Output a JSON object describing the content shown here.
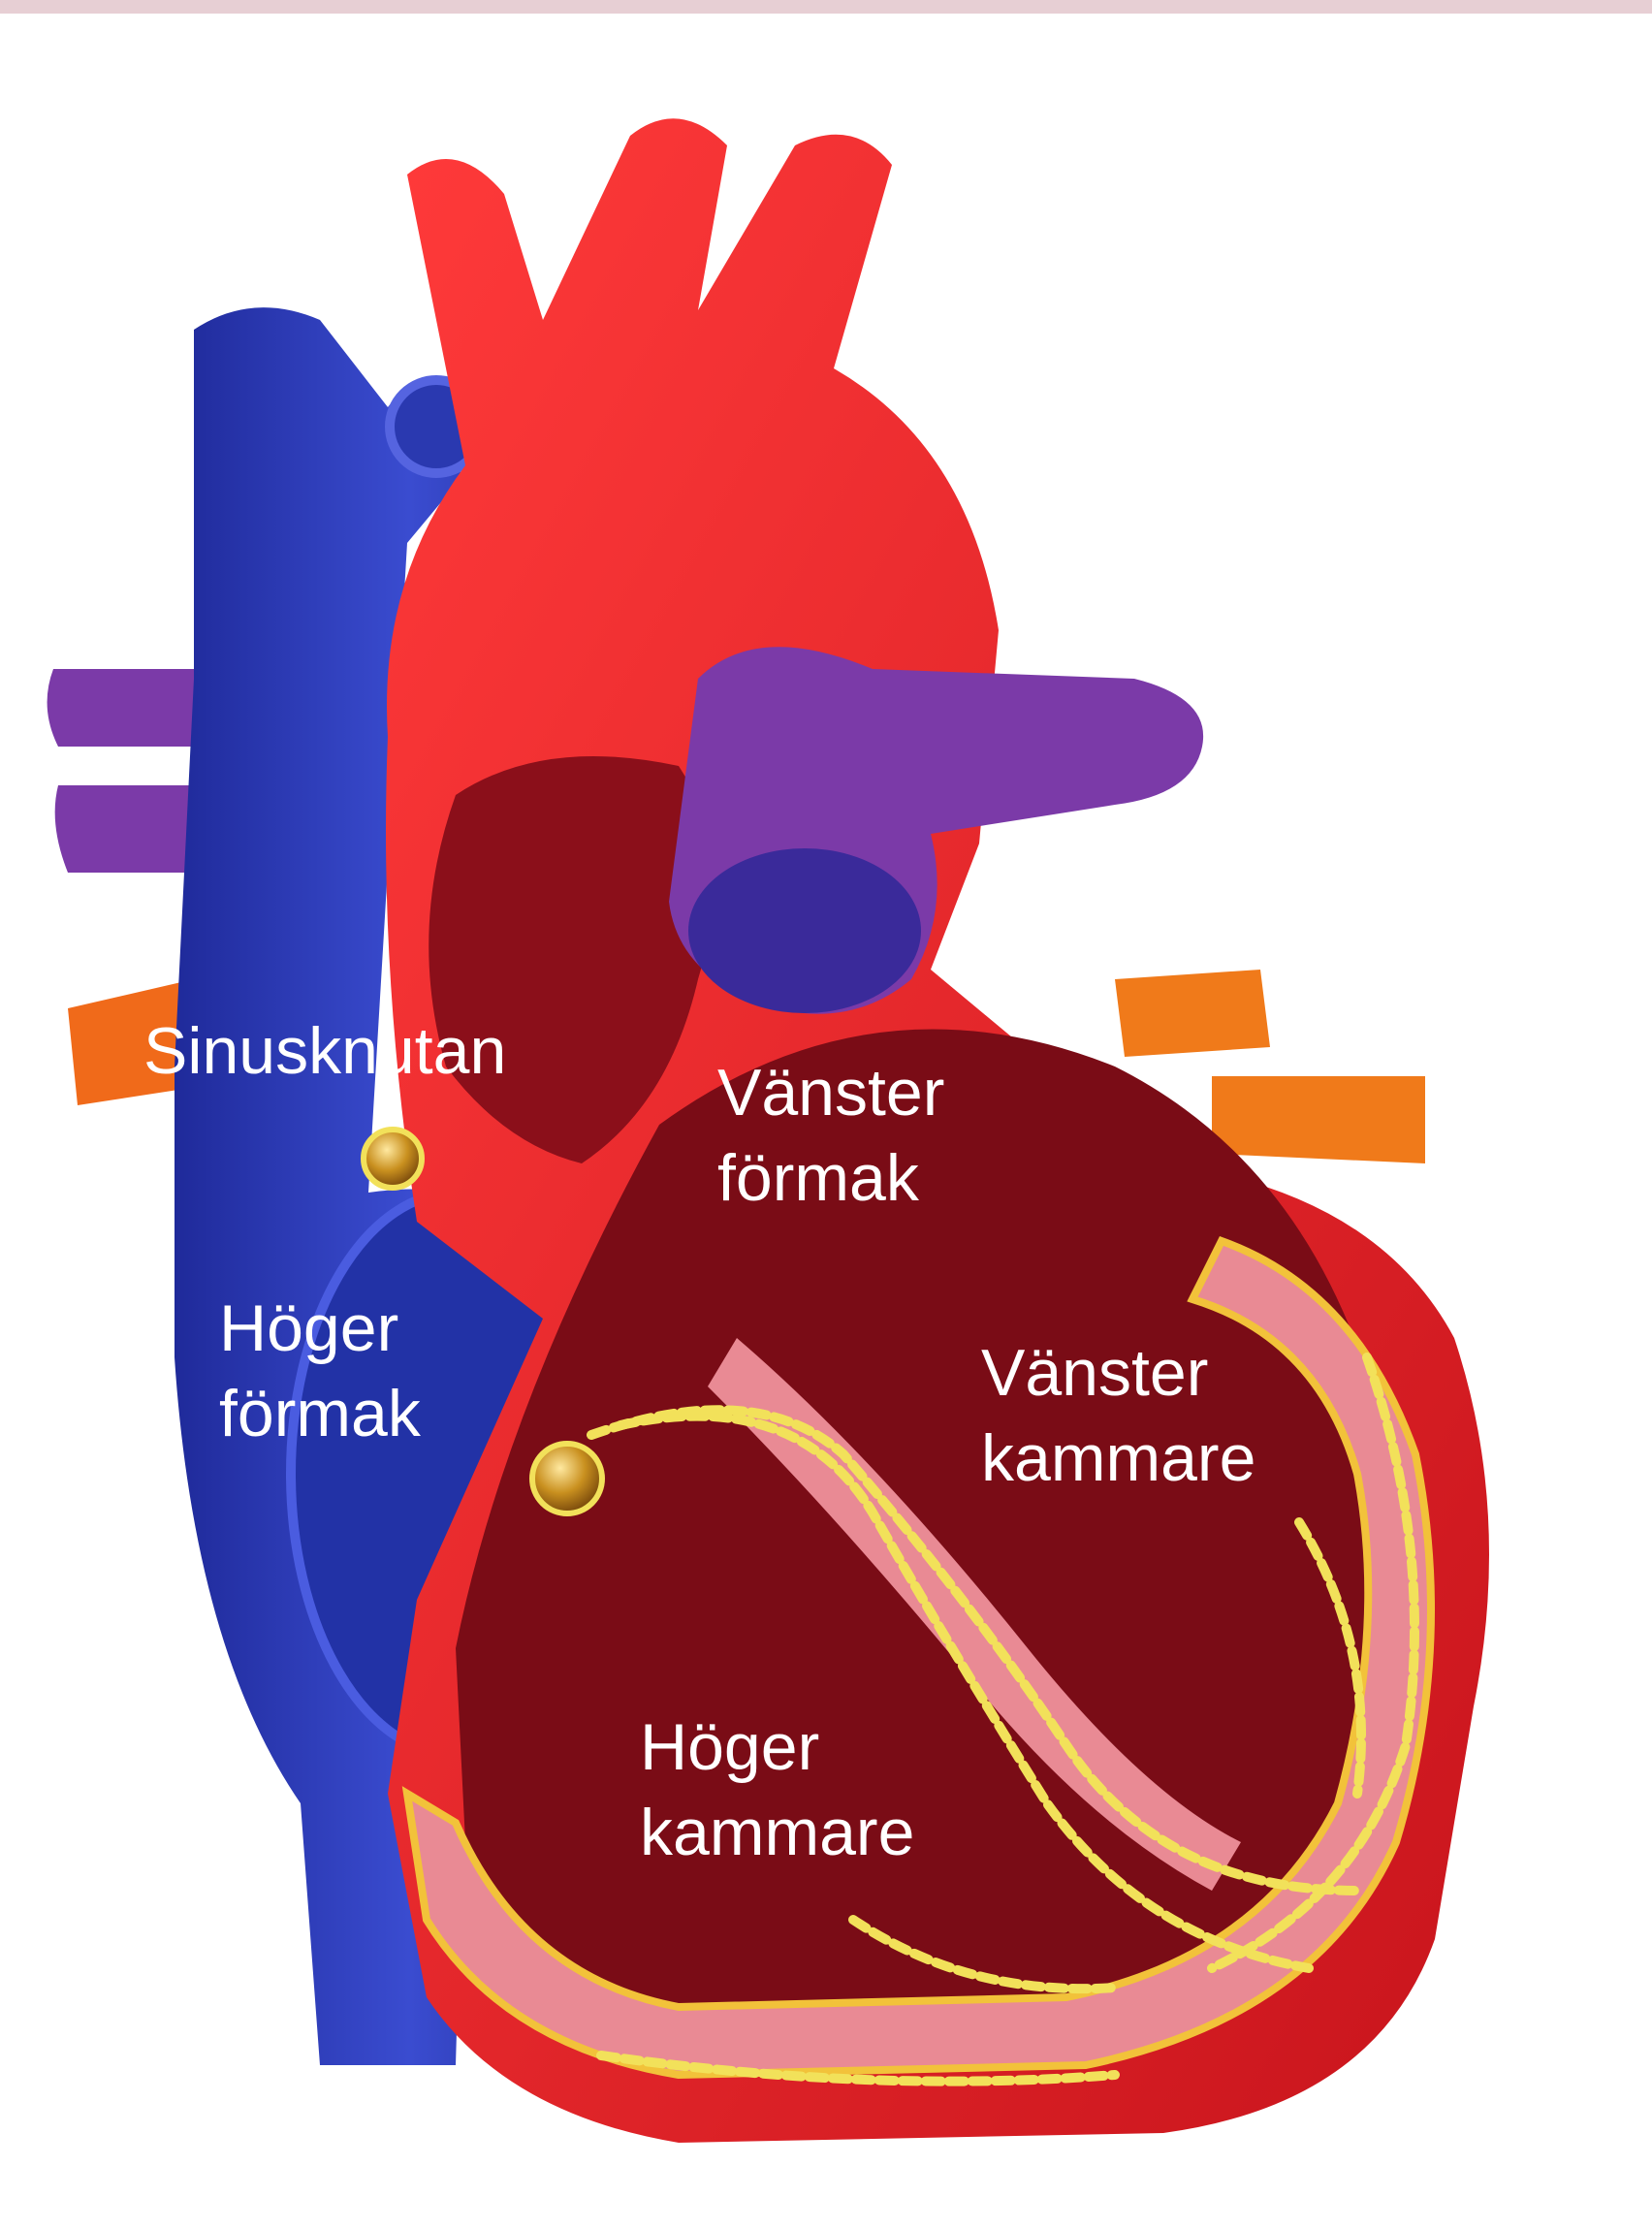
{
  "colors": {
    "top_strip": "#e7cfd4",
    "vein_blue": "#2f3fb8",
    "artery_red": "#e3222a",
    "pulmonary_purple": "#7b3aa8",
    "interior_dark_red": "#8b0f1a",
    "muscle_pink": "#e98a94",
    "conduction_yellow": "#f2e15a",
    "node_gold": "#c9901f",
    "label_text": "#ffffff"
  },
  "labels": {
    "sinusknutan": "Sinusknutan",
    "hoger_formak": [
      "Höger",
      "förmak"
    ],
    "vanster_formak": [
      "Vänster",
      "förmak"
    ],
    "vanster_kammare": [
      "Vänster",
      "kammare"
    ],
    "hoger_kammare": [
      "Höger",
      "kammare"
    ]
  },
  "icons": {
    "sinus_node": "sinus-node-icon",
    "av_node": "av-node-icon"
  }
}
